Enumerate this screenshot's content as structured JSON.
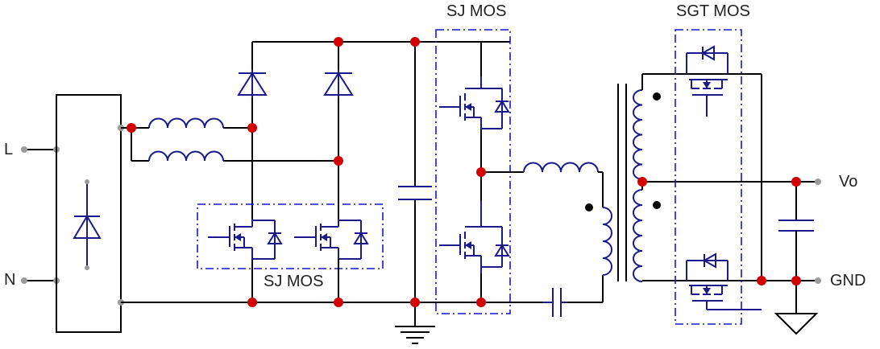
{
  "labels": {
    "line_terminal": "L",
    "neutral_terminal": "N",
    "output_terminal": "Vo",
    "ground_terminal": "GND",
    "pfc_switch_box": "SJ MOS",
    "llc_switch_box": "SJ MOS",
    "sync_rectifier_box": "SGT MOS"
  },
  "colors": {
    "wire": "#000000",
    "component": "#1a1a8c",
    "node": "#d40000",
    "terminal": "#9a9a9a",
    "box_outline": "#1616d6"
  }
}
